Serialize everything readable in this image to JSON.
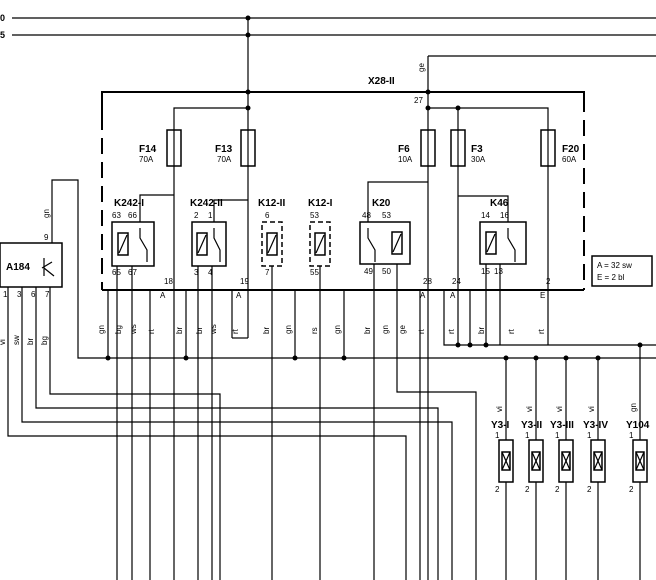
{
  "bus": {
    "top_label": "0",
    "second_label": "5"
  },
  "connector": {
    "label": "X28-II",
    "pin": "27",
    "wire_color": "ge"
  },
  "fuses": [
    {
      "id": "F14",
      "rating": "70A"
    },
    {
      "id": "F13",
      "rating": "70A"
    },
    {
      "id": "F6",
      "rating": "10A"
    },
    {
      "id": "F3",
      "rating": "30A"
    },
    {
      "id": "F20",
      "rating": "60A"
    }
  ],
  "relays": [
    {
      "id": "K242-I",
      "pins": [
        "63",
        "66",
        "65",
        "67"
      ]
    },
    {
      "id": "K242-II",
      "pins": [
        "2",
        "1",
        "3",
        "4"
      ]
    },
    {
      "id": "K12-II",
      "pins": [
        "6",
        "7"
      ]
    },
    {
      "id": "K12-I",
      "pins": [
        "53",
        "55"
      ]
    },
    {
      "id": "K20",
      "pins": [
        "48",
        "53",
        "49",
        "50"
      ]
    },
    {
      "id": "K46",
      "pins": [
        "14",
        "16",
        "15",
        "13"
      ]
    }
  ],
  "module": {
    "id": "A184",
    "pin_top": "9",
    "pins_bottom": [
      "1",
      "3",
      "6",
      "7"
    ],
    "top_wire": "gn"
  },
  "terminals": [
    "18",
    "19",
    "28",
    "24",
    "2"
  ],
  "terminal_marks": [
    "A",
    "A",
    "A",
    "A",
    "E"
  ],
  "legend": {
    "line1": "A = 32 sw",
    "line2": "E = 2 bl"
  },
  "wire_colors": [
    "gn",
    "bg",
    "ws",
    "rt",
    "br",
    "br",
    "ws",
    "rt",
    "br",
    "gn",
    "rs",
    "gn",
    "br",
    "gn",
    "ge",
    "rt",
    "rt",
    "br",
    "rt",
    "rt"
  ],
  "left_wire_colors": [
    "vi",
    "sw",
    "br",
    "bg"
  ],
  "valves": [
    {
      "id": "Y3-I",
      "wire": "vi"
    },
    {
      "id": "Y3-II",
      "wire": "vi"
    },
    {
      "id": "Y3-III",
      "wire": "vi"
    },
    {
      "id": "Y3-IV",
      "wire": "vi"
    },
    {
      "id": "Y104",
      "wire": "gn"
    }
  ],
  "valve_pins": {
    "top": "1",
    "bottom": "2"
  }
}
